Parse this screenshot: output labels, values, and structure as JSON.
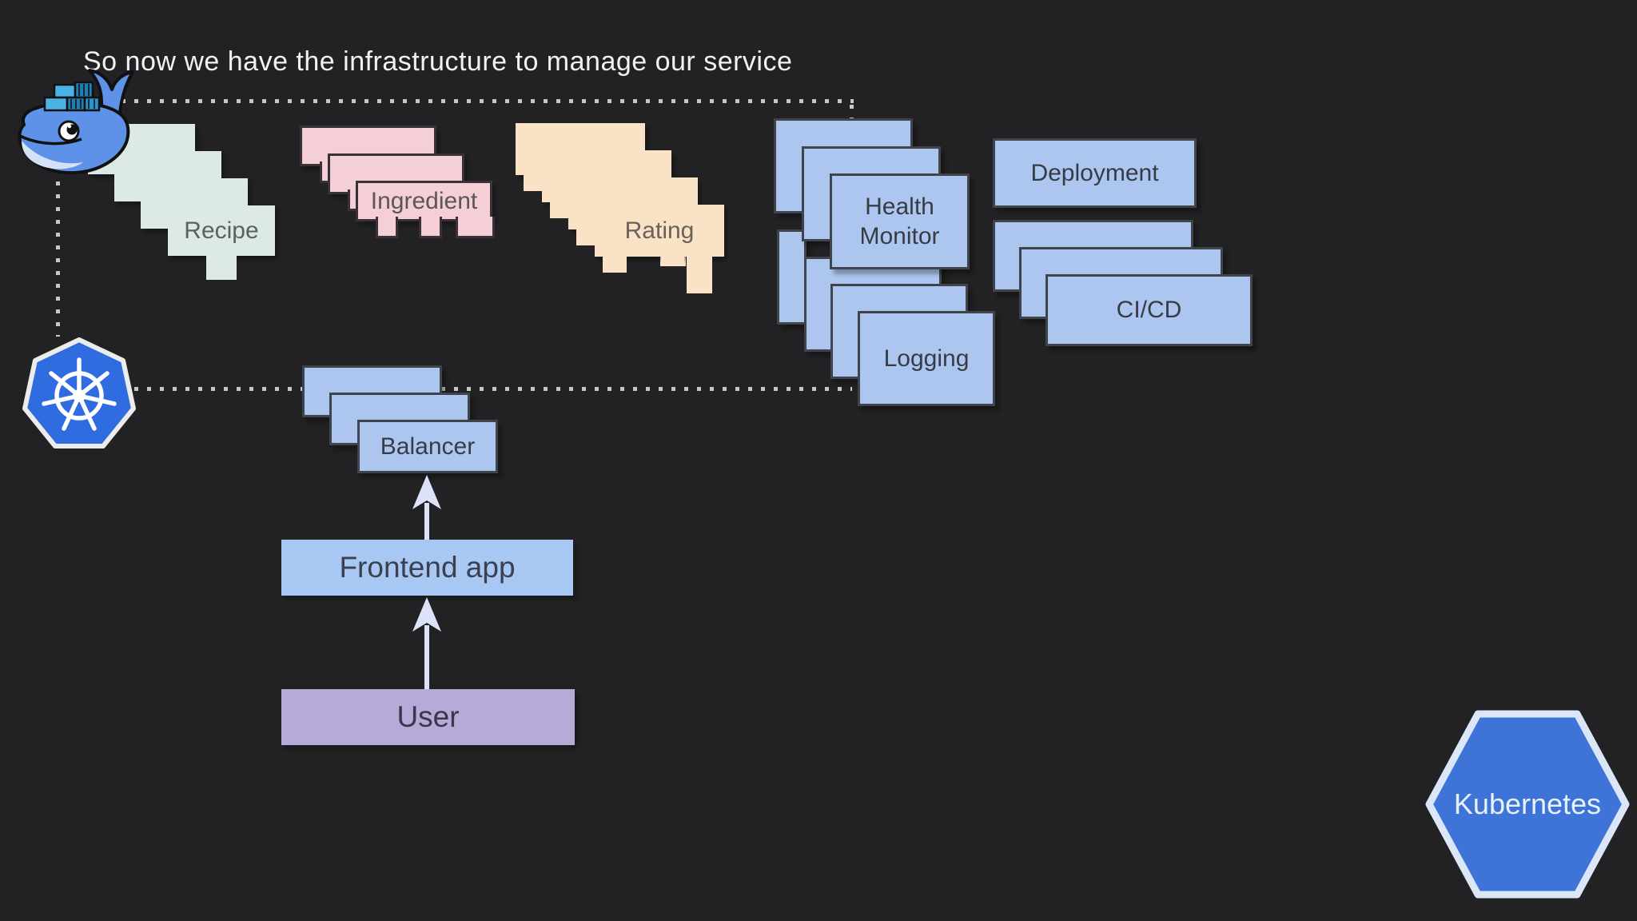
{
  "slide": {
    "title": "So now we have the infrastructure to manage our service"
  },
  "stacks": {
    "recipe": {
      "label": "Recipe",
      "card_count": 4
    },
    "ingredient": {
      "label": "Ingredient",
      "card_count": 3
    },
    "rating": {
      "label": "Rating",
      "card_count": 4
    },
    "health_monitor": {
      "label": "Health Monitor",
      "card_count": 3
    },
    "logging": {
      "label": "Logging",
      "card_count": 4
    },
    "deployment": {
      "label": "Deployment",
      "card_count": 1
    },
    "cicd": {
      "label": "CI/CD",
      "card_count": 3
    },
    "balancer": {
      "label": "Balancer",
      "card_count": 3
    }
  },
  "flow": {
    "frontend": {
      "label": "Frontend app"
    },
    "user": {
      "label": "User"
    }
  },
  "badge": {
    "kubernetes": "Kubernetes"
  },
  "icons": {
    "docker": "docker-whale",
    "kubernetes_helm": "kubernetes-ship-wheel"
  },
  "colors": {
    "background": "#222224",
    "card_blue": "#adc6f0",
    "card_blue_border": "#3f434a",
    "card_pink": "#f4cfd6",
    "card_cream": "#f9e2c5",
    "card_mint": "#dde9e4",
    "frontend_blue": "#a9c7f3",
    "user_purple": "#b7aad8",
    "arrow": "#dce3f8",
    "dotted_line": "#c8c8c8",
    "docker_blue": "#5d92e8",
    "kubernetes_icon_blue": "#2e6ce0",
    "hexagon_blue": "#3e74d8",
    "hexagon_border": "#dbe7f8",
    "title_text": "#f2f2f2"
  }
}
